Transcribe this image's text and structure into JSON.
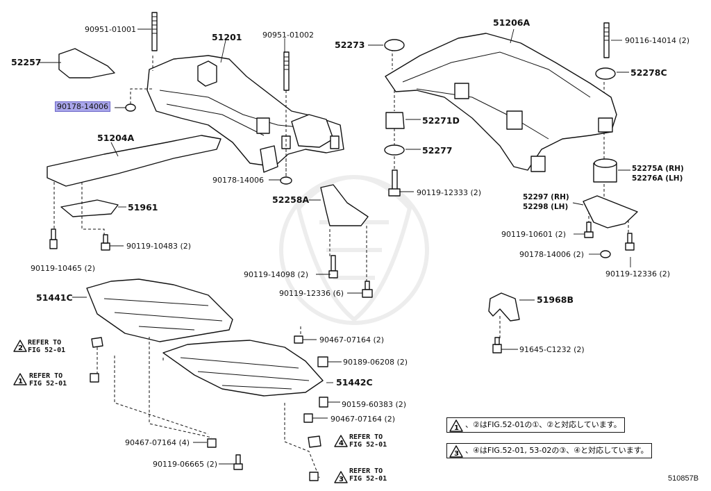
{
  "diagram_id": "510857B",
  "highlight_color": "#a9a6ea",
  "labels": {
    "p90951_01001": "90951-01001",
    "p51201": "51201",
    "p90951_01002": "90951-01002",
    "p52257": "52257",
    "p90178_14006_hl": "90178-14006",
    "p51204A": "51204A",
    "p90178_14006_b": "90178-14006",
    "p51961": "51961",
    "p90119_10483": "90119-10483 (2)",
    "p90119_10465": "90119-10465 (2)",
    "p52258A": "52258A",
    "p90119_14098": "90119-14098 (2)",
    "p90119_12336_6": "90119-12336 (6)",
    "p51441C": "51441C",
    "p90467_07164_a": "90467-07164 (2)",
    "p90189_06208": "90189-06208 (2)",
    "p51442C": "51442C",
    "p90159_60383": "90159-60383 (2)",
    "p90467_07164_b": "90467-07164 (2)",
    "p90467_07164_4": "90467-07164 (4)",
    "p90119_06665": "90119-06665 (2)",
    "p52273": "52273",
    "p51206A": "51206A",
    "p90116_14014": "90116-14014 (2)",
    "p52278C": "52278C",
    "p52271D": "52271D",
    "p52277": "52277",
    "p90119_12333": "90119-12333 (2)",
    "p52275A": "52275A (RH)",
    "p52276A": "52276A (LH)",
    "p52297": "52297 (RH)",
    "p52298": "52298 (LH)",
    "p90119_10601": "90119-10601 (2)",
    "p90178_14006_c": "90178-14006 (2)",
    "p90119_12336_2": "90119-12336 (2)",
    "p51968B": "51968B",
    "p91645_C1232": "91645-C1232 (2)"
  },
  "refs": [
    {
      "num": "2",
      "line1": "REFER TO",
      "line2": "FIG 52-01"
    },
    {
      "num": "1",
      "line1": "REFER TO",
      "line2": "FIG 52-01"
    },
    {
      "num": "4",
      "line1": "REFER TO",
      "line2": "FIG 52-01"
    },
    {
      "num": "3",
      "line1": "REFER TO",
      "line2": "FIG 52-01"
    }
  ],
  "notes": [
    {
      "text": "、②はFIG.52-01の①、②と対応しています。"
    },
    {
      "text": "、④はFIG.52-01, 53-02の③、④と対応しています。"
    }
  ],
  "note_markers": [
    "1",
    "3"
  ]
}
